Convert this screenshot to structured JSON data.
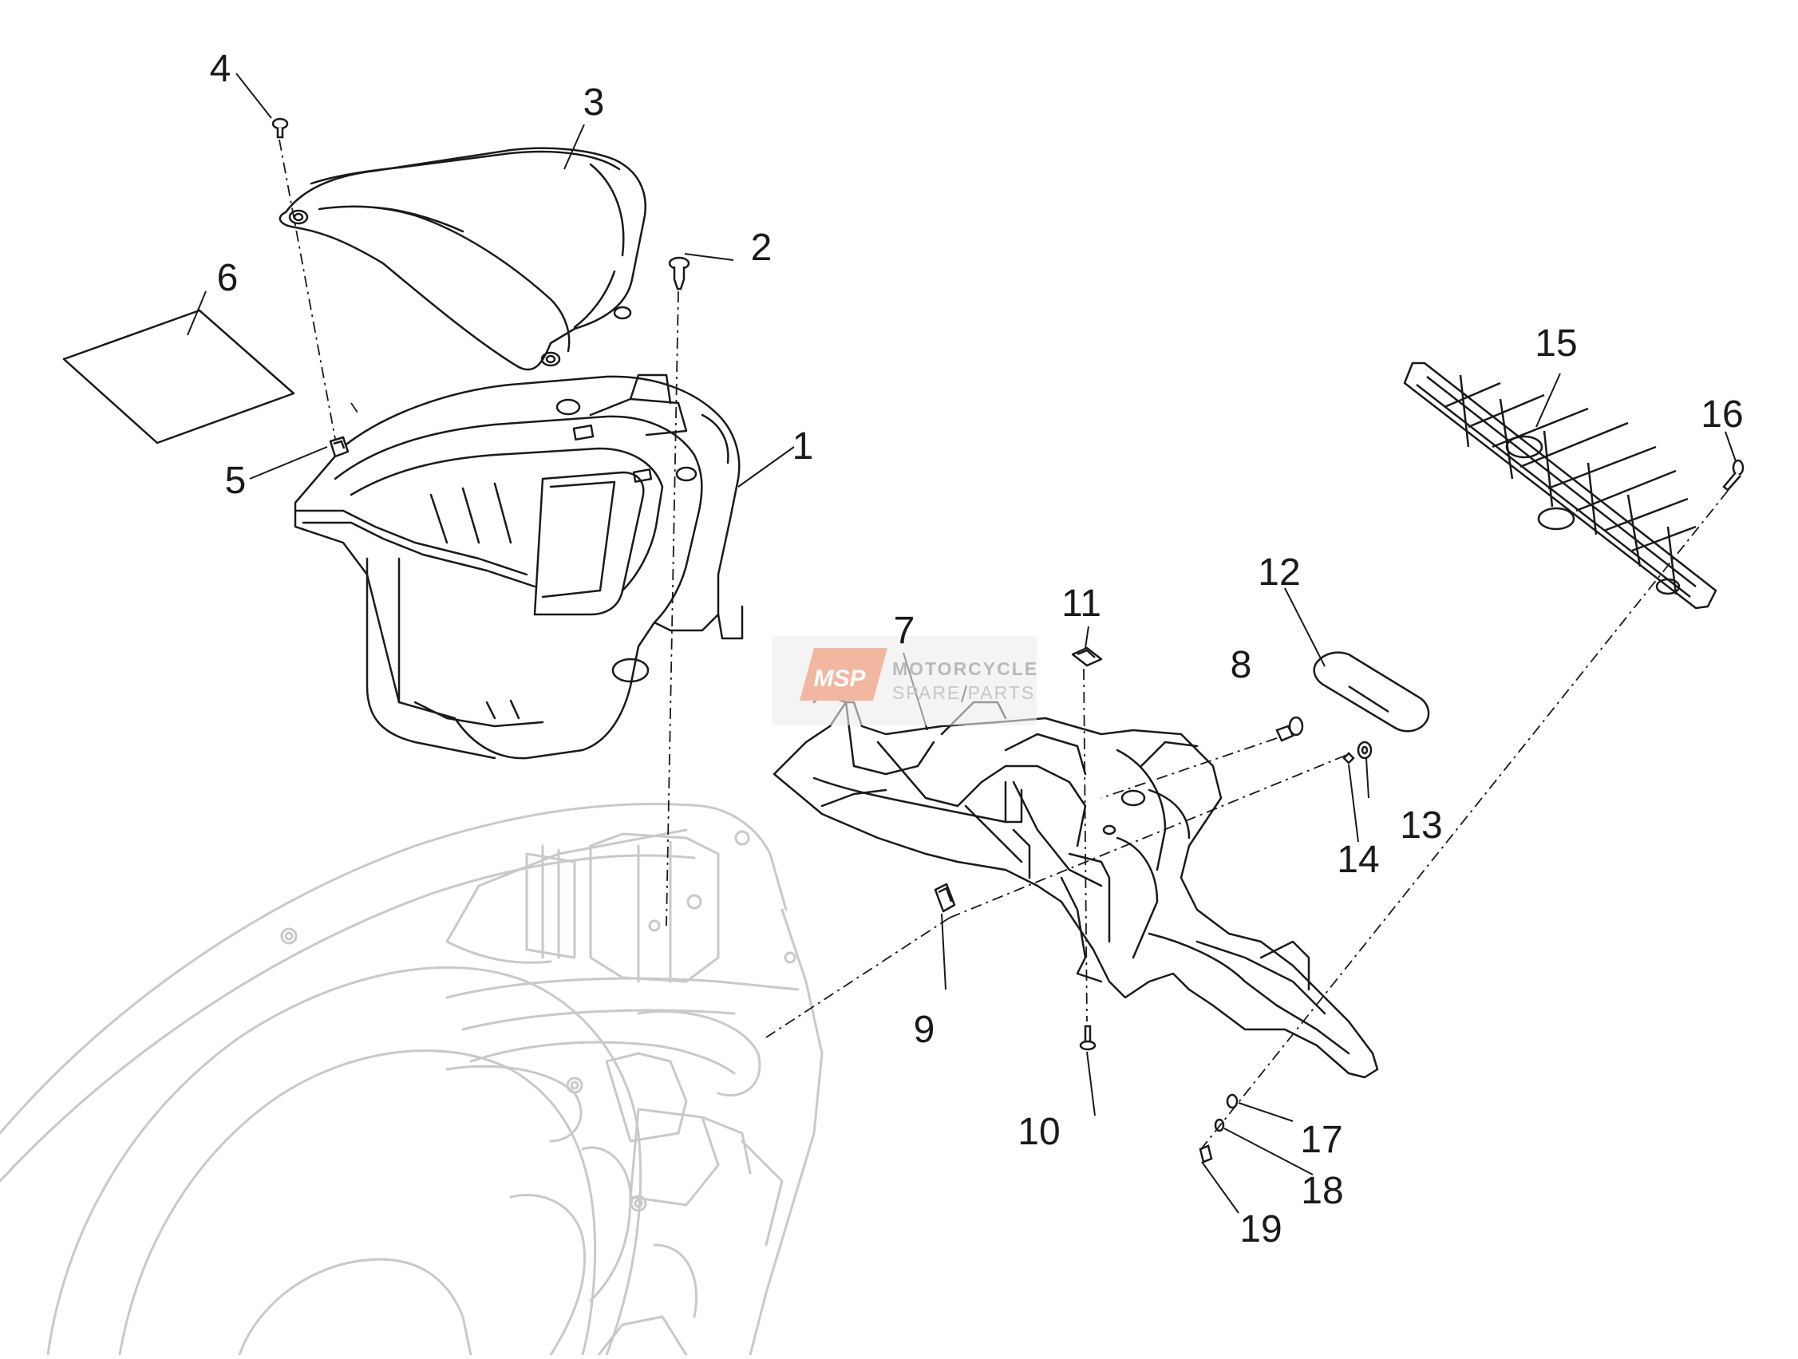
{
  "diagram": {
    "callouts": [
      {
        "id": "1",
        "label": "1"
      },
      {
        "id": "2",
        "label": "2"
      },
      {
        "id": "3",
        "label": "3"
      },
      {
        "id": "4",
        "label": "4"
      },
      {
        "id": "5",
        "label": "5"
      },
      {
        "id": "6",
        "label": "6"
      },
      {
        "id": "7",
        "label": "7"
      },
      {
        "id": "8",
        "label": "8"
      },
      {
        "id": "9",
        "label": "9"
      },
      {
        "id": "10",
        "label": "10"
      },
      {
        "id": "11",
        "label": "11"
      },
      {
        "id": "12",
        "label": "12"
      },
      {
        "id": "13",
        "label": "13"
      },
      {
        "id": "14",
        "label": "14"
      },
      {
        "id": "15",
        "label": "15"
      },
      {
        "id": "16",
        "label": "16"
      },
      {
        "id": "17",
        "label": "17"
      },
      {
        "id": "18",
        "label": "18"
      },
      {
        "id": "19",
        "label": "19"
      }
    ]
  },
  "watermark": {
    "logo_text": "MSP",
    "line1": "MOTORCYCLE",
    "line2": "SPARE PARTS"
  },
  "colors": {
    "stroke": "#1a1a1a",
    "ghost": "#c9c9c9",
    "watermark_badge": "#f2b7a1",
    "watermark_text": "#b9b9b9"
  }
}
